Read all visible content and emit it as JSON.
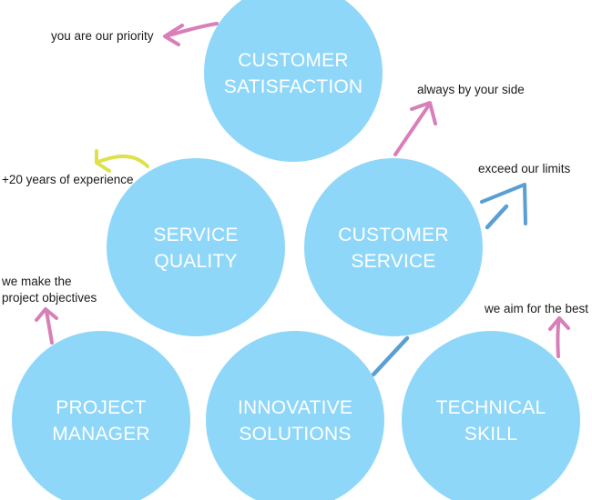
{
  "colors": {
    "circle_fill": "#8fd7f9",
    "circle_text": "#ffffff",
    "arrow_pink": "#d87fb8",
    "arrow_yellow": "#dde24a",
    "arrow_blue": "#5a9fd3",
    "note_text": "#1a1a1a"
  },
  "circles": {
    "customer_satisfaction": {
      "line1": "CUSTOMER",
      "line2": "SATISFACTION"
    },
    "service_quality": {
      "line1": "SERVICE",
      "line2": "QUALITY"
    },
    "customer_service": {
      "line1": "CUSTOMER",
      "line2": "SERVICE"
    },
    "project_manager": {
      "line1": "PROJECT",
      "line2": "MANAGER"
    },
    "innovative_solutions": {
      "line1": "INNOVATIVE",
      "line2": "SOLUTIONS"
    },
    "technical_skill": {
      "line1": "TECHNICAL",
      "line2": "SKILL"
    }
  },
  "notes": {
    "priority": "you are our priority",
    "experience": "+20 years of experience",
    "by_your_side": "always by your side",
    "exceed_limits": "exceed our limits",
    "objectives_line1": "we make the",
    "objectives_line2": "project objectives",
    "aim_best": "we aim for the best"
  }
}
